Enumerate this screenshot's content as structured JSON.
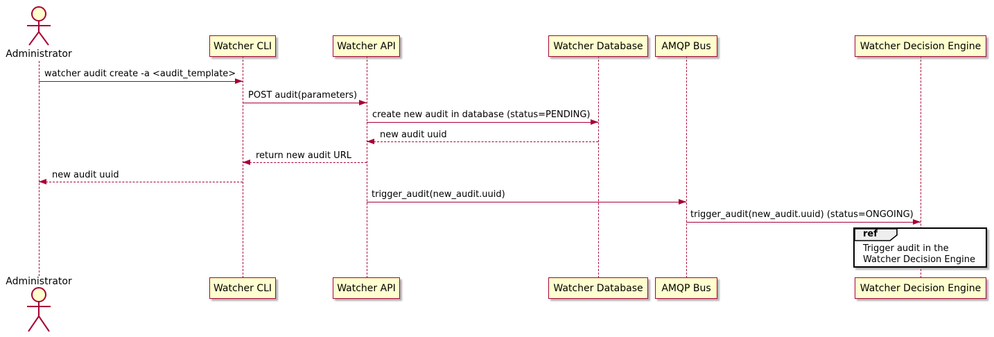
{
  "diagram": {
    "type": "sequence-diagram",
    "participants": [
      {
        "name": "Administrator",
        "kind": "actor"
      },
      {
        "name": "Watcher CLI",
        "kind": "participant"
      },
      {
        "name": "Watcher API",
        "kind": "participant"
      },
      {
        "name": "Watcher Database",
        "kind": "participant"
      },
      {
        "name": "AMQP Bus",
        "kind": "participant"
      },
      {
        "name": "Watcher Decision Engine",
        "kind": "participant"
      }
    ],
    "messages": [
      {
        "from": "Administrator",
        "to": "Watcher CLI",
        "style": "solid",
        "text": "watcher audit create -a <audit_template>"
      },
      {
        "from": "Watcher CLI",
        "to": "Watcher API",
        "style": "solid",
        "text": "POST audit(parameters)"
      },
      {
        "from": "Watcher API",
        "to": "Watcher Database",
        "style": "solid",
        "text": "create new audit in database (status=PENDING)"
      },
      {
        "from": "Watcher Database",
        "to": "Watcher API",
        "style": "dashed",
        "text": "new audit uuid"
      },
      {
        "from": "Watcher API",
        "to": "Watcher CLI",
        "style": "dashed",
        "text": "return new audit URL"
      },
      {
        "from": "Watcher CLI",
        "to": "Administrator",
        "style": "dashed",
        "text": "new audit uuid"
      },
      {
        "from": "Watcher API",
        "to": "AMQP Bus",
        "style": "solid",
        "text": "trigger_audit(new_audit.uuid)"
      },
      {
        "from": "AMQP Bus",
        "to": "Watcher Decision Engine",
        "style": "solid",
        "text": "trigger_audit(new_audit.uuid) (status=ONGOING)"
      }
    ],
    "ref": {
      "keyword": "ref",
      "lines": [
        "Trigger audit in the",
        "Watcher Decision Engine"
      ]
    },
    "colors": {
      "participant_fill": "#FEFECE",
      "participant_border": "#A80036",
      "line_color": "#A80036",
      "text_color": "#000000",
      "ref_border": "#000000",
      "ref_header_fill": "#EEEEEE"
    }
  }
}
